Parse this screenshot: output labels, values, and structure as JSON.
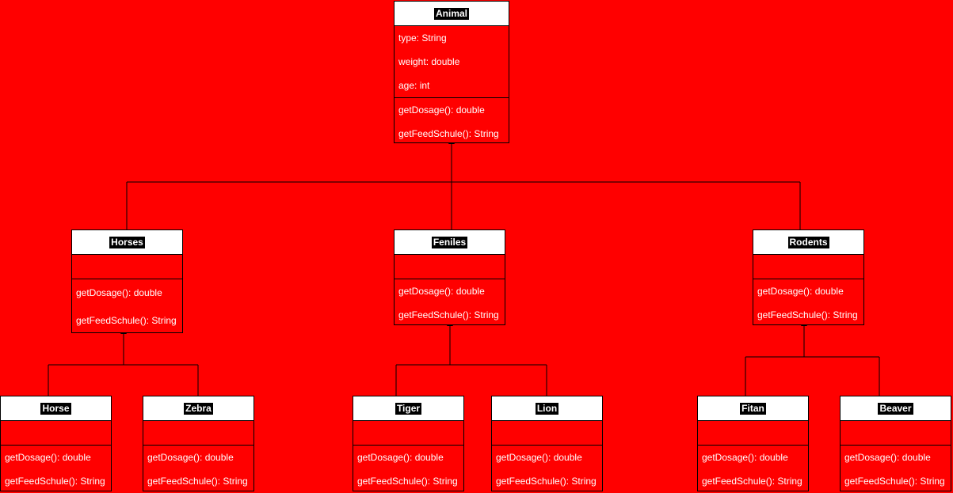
{
  "colors": {
    "background": "#ff0000",
    "header": "#ffffff",
    "line": "#000000",
    "text": "#ffffff"
  },
  "classes": {
    "animal": {
      "name": "Animal",
      "attributes": [
        "type: String",
        "weight: double",
        "age: int"
      ],
      "methods": [
        "getDosage(): double",
        "getFeedSchule(): String"
      ]
    },
    "horses": {
      "name": "Horses",
      "attributes": [],
      "methods": [
        "getDosage(): double",
        "getFeedSchule(): String"
      ]
    },
    "feniles": {
      "name": "Feniles",
      "attributes": [],
      "methods": [
        "getDosage(): double",
        "getFeedSchule(): String"
      ]
    },
    "rodents": {
      "name": "Rodents",
      "attributes": [],
      "methods": [
        "getDosage(): double",
        "getFeedSchule(): String"
      ]
    },
    "horse": {
      "name": "Horse",
      "attributes": [],
      "methods": [
        "getDosage(): double",
        "getFeedSchule(): String"
      ]
    },
    "zebra": {
      "name": "Zebra",
      "attributes": [],
      "methods": [
        "getDosage(): double",
        "getFeedSchule(): String"
      ]
    },
    "tiger": {
      "name": "Tiger",
      "attributes": [],
      "methods": [
        "getDosage(): double",
        "getFeedSchule(): String"
      ]
    },
    "lion": {
      "name": "Lion",
      "attributes": [],
      "methods": [
        "getDosage(): double",
        "getFeedSchule(): String"
      ]
    },
    "fitan": {
      "name": "Fitan",
      "attributes": [],
      "methods": [
        "getDosage(): double",
        "getFeedSchule(): String"
      ]
    },
    "beaver": {
      "name": "Beaver",
      "attributes": [],
      "methods": [
        "getDosage(): double",
        "getFeedSchule(): String"
      ]
    }
  },
  "inheritance": [
    {
      "parent": "animal",
      "children": [
        "horses",
        "feniles",
        "rodents"
      ]
    },
    {
      "parent": "horses",
      "children": [
        "horse",
        "zebra"
      ]
    },
    {
      "parent": "feniles",
      "children": [
        "tiger",
        "lion"
      ]
    },
    {
      "parent": "rodents",
      "children": [
        "fitan",
        "beaver"
      ]
    }
  ]
}
